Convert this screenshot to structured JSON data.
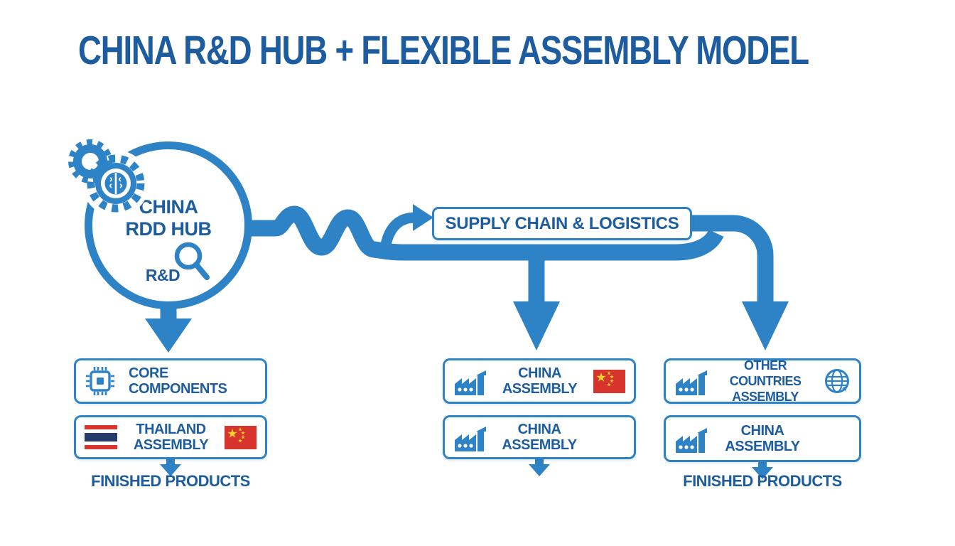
{
  "title": "CHINA R&D HUB + FLEXIBLE ASSEMBLY MODEL",
  "colors": {
    "accent": "#2e82c6",
    "text": "#1d5c9e",
    "background": "#ffffff"
  },
  "hub": {
    "line1": "CHINA",
    "line2": "RDD HUB",
    "rd_label": "R&D"
  },
  "supply_chain": {
    "label": "SUPPLY CHAIN & LOGISTICS"
  },
  "columns": {
    "left": {
      "box1": {
        "line1": "CORE",
        "line2": "COMPONENTS"
      },
      "box2": {
        "line1": "THAILAND",
        "line2": "ASSEMBLY"
      },
      "footer": "FINISHED PRODUCTS"
    },
    "middle": {
      "box1": {
        "line1": "CHINA",
        "line2": "ASSEMBLY"
      },
      "box2": {
        "line1": "CHINA",
        "line2": "ASSEMBLY"
      }
    },
    "right": {
      "box1": {
        "line1": "OTHER COUNTRIES",
        "line2": "ASSEMBLY"
      },
      "box2": {
        "line1": "CHINA",
        "line2": "ASSEMBLY"
      },
      "footer": "FINISHED PRODUCTS"
    }
  }
}
